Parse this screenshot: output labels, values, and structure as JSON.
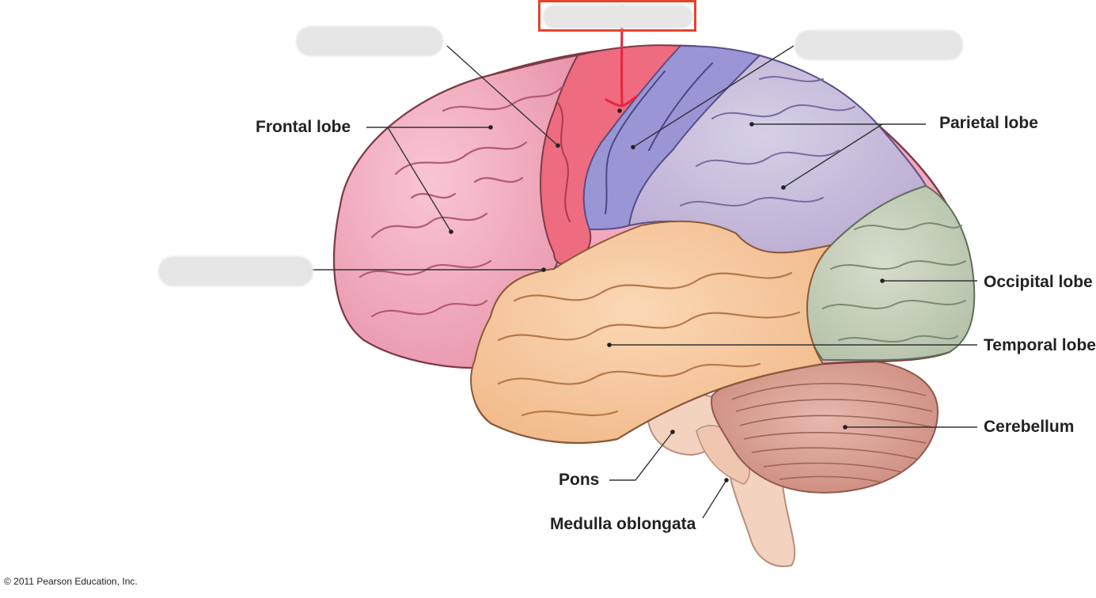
{
  "labels": {
    "frontal": "Frontal lobe",
    "parietal": "Parietal lobe",
    "occipital": "Occipital lobe",
    "temporal": "Temporal lobe",
    "cerebellum": "Cerebellum",
    "pons": "Pons",
    "medulla": "Medulla oblongata"
  },
  "redacted_labels": [
    "",
    "",
    "",
    ""
  ],
  "copyright": "© 2011 Pearson Education, Inc.",
  "colors": {
    "frontal": "#f2a9bd",
    "precentral": "#ee6b80",
    "postcentral": "#9a96d6",
    "parietal": "#c9bcdc",
    "occipital": "#c5d1bd",
    "temporal": "#f7c9a0",
    "cerebellum": "#d9a298",
    "brainstem": "#f0c9b4",
    "annotation": "#e8412c"
  }
}
